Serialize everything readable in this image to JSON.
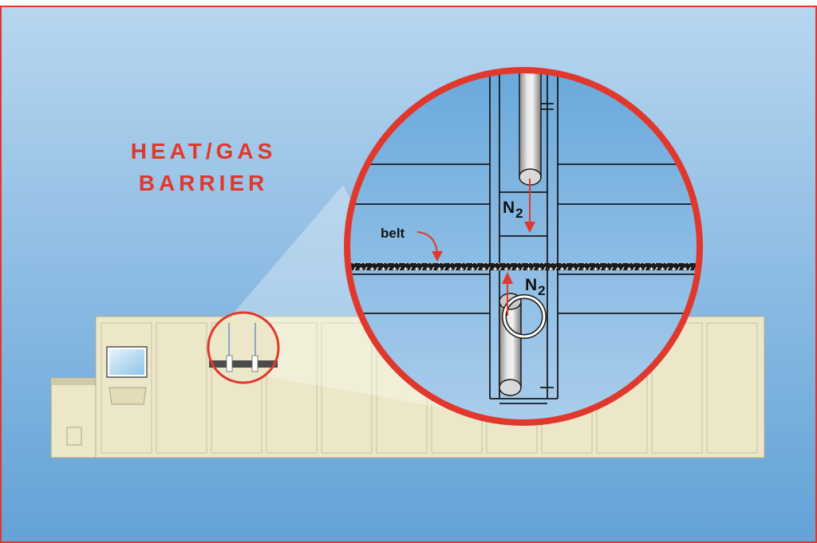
{
  "diagram": {
    "title_line1": "HEAT/GAS",
    "title_line2": "BARRIER",
    "belt_label": "belt",
    "gas_top": {
      "symbol": "N",
      "subscript": "2"
    },
    "gas_bottom": {
      "symbol": "N",
      "subscript": "2"
    }
  },
  "colors": {
    "accent": "#e0382d",
    "background_top": "#b5d5ee",
    "background_bottom": "#65a4d8",
    "machine": "#ece7c8",
    "outline": "#222222"
  },
  "icons": {
    "gas_flow_down": "arrow-down-icon",
    "gas_flow_up": "arrow-up-icon",
    "belt_pointer": "curved-arrow-icon"
  }
}
